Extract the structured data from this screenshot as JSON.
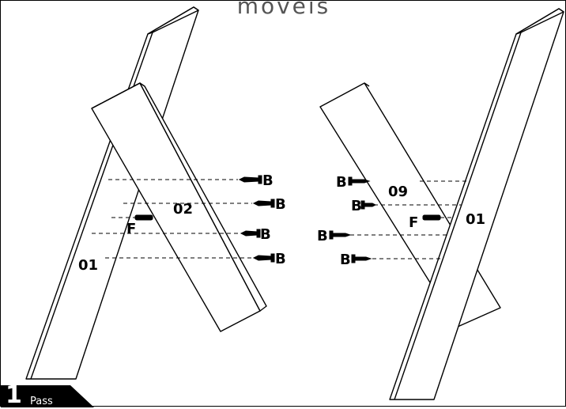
{
  "brand": "moveis",
  "labels": {
    "panel_left_side": "01",
    "panel_left_front": "02",
    "panel_right_front": "09",
    "panel_right_side": "01",
    "fitting_b": "B",
    "fitting_f": "F"
  },
  "step": {
    "number": "1",
    "word": "Pass"
  },
  "colors": {
    "line": "#000000",
    "background": "#ffffff",
    "step_bg": "#000000",
    "step_text": "#ffffff"
  }
}
